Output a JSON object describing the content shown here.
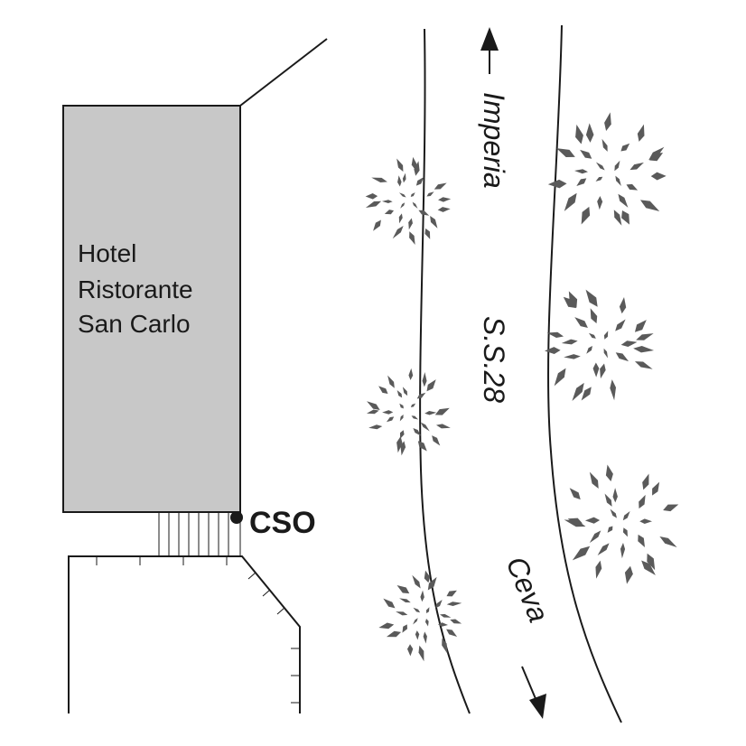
{
  "hotel": {
    "lines": [
      "Hotel",
      "Ristorante",
      "San Carlo"
    ]
  },
  "road": {
    "name": "S.S.28",
    "north_destination": "Imperia",
    "south_destination": "Ceva"
  },
  "marker": {
    "label": "CSO"
  },
  "colors": {
    "building_fill": "#c8c8c8",
    "tree_fill": "#5a5a5a",
    "line": "#1a1a1a"
  }
}
